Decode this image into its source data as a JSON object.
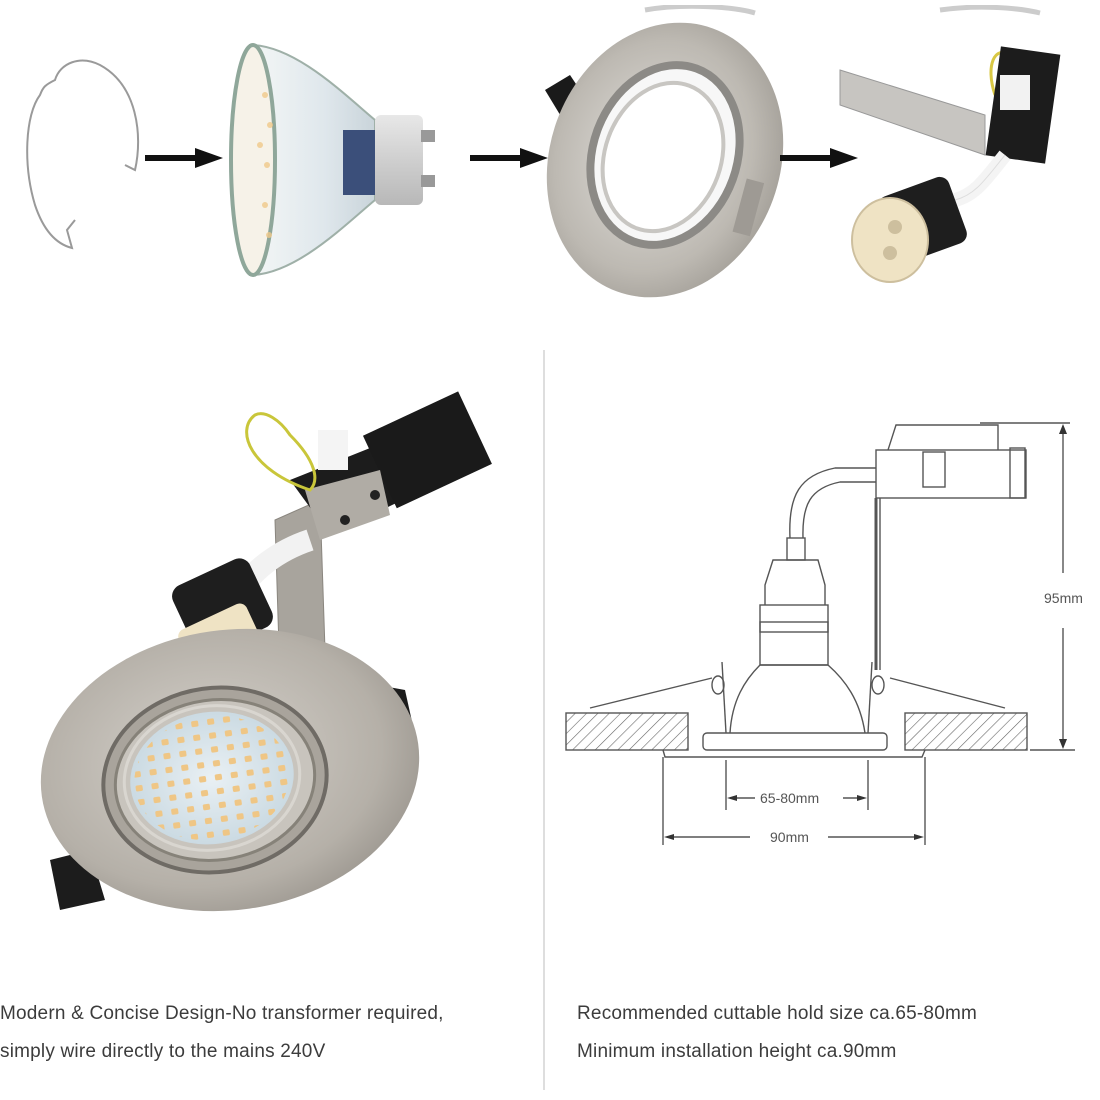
{
  "top_row": {
    "steps": [
      {
        "name": "spring-clip",
        "description": "Wire retaining spring clip"
      },
      {
        "name": "gu10-led-bulb",
        "description": "GU10 LED spotlight bulb"
      },
      {
        "name": "tilting-downlight-frame",
        "description": "Brushed chrome tilting downlight frame"
      },
      {
        "name": "gu10-lampholder-bracket",
        "description": "GU10 ceramic lampholder with terminal block and mounting bracket"
      }
    ],
    "arrow_count": 3
  },
  "left_panel": {
    "image": "assembled-downlight-with-led-bulb",
    "caption_line1": "Modern & Concise Design-No transformer required,",
    "caption_line2": "simply wire directly to the mains 240V"
  },
  "right_panel": {
    "image": "technical-installation-diagram",
    "dimensions": {
      "height": "95mm",
      "cutout": "65-80mm",
      "outer": "90mm"
    },
    "caption_line1": "Recommended cuttable hold size ca.65-80mm",
    "caption_line2": "Minimum installation height ca.90mm"
  },
  "colors": {
    "brushed_metal": "#b9b5ae",
    "black_plastic": "#1e1e1e",
    "ceramic": "#efe3c4",
    "led_warm": "#f0c98a",
    "diagram_line": "#555555",
    "divider": "#dedede"
  }
}
